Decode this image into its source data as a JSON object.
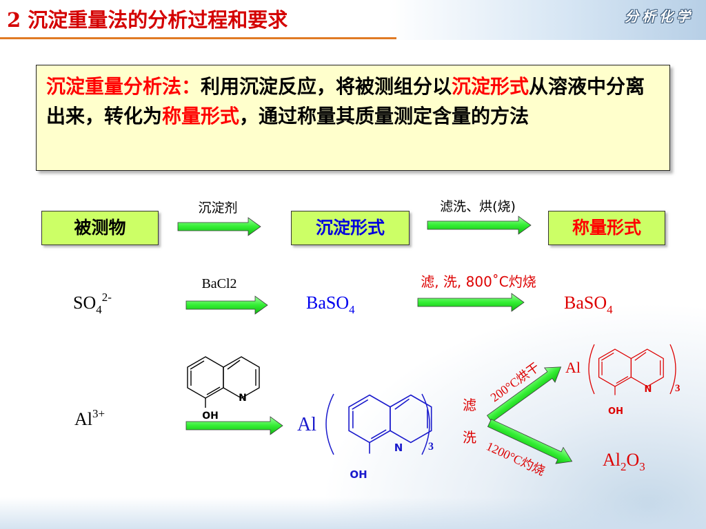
{
  "header": {
    "title": "2 沉淀重量法的分析过程和要求",
    "logo": "分析化学"
  },
  "definition": {
    "term": "沉淀重量分析法：",
    "text_1": "利用沉淀反应，将被测组分以",
    "highlight_1": "沉淀形式",
    "text_2": "从溶液中分离出来，转化为",
    "highlight_2": "称量形式",
    "text_3": "，通过称量其质量测定含量的方法"
  },
  "flow": {
    "step_1": "被测物",
    "step_2": "沉淀形式",
    "step_3": "称量形式",
    "arrow_1_label": "沉淀剂",
    "arrow_2_label": "滤洗、烘(烧)"
  },
  "example_1": {
    "analyte": "SO",
    "analyte_sub": "4",
    "analyte_sup": "2-",
    "reagent": "BaCl2",
    "precipitate": "BaSO",
    "precipitate_sub": "4",
    "condition": "滤, 洗, 800˚C灼烧",
    "weighing_form": "BaSO",
    "weighing_form_sub": "4"
  },
  "example_2": {
    "analyte": "Al",
    "analyte_sup": "3+",
    "reagent_N": "N",
    "reagent_OH": "OH",
    "complex_metal": "Al",
    "complex_N": "N",
    "complex_OH": "OH",
    "complex_count": "3",
    "filter_char_1": "滤",
    "filter_char_2": "洗",
    "branch_1_condition": "200°C烘干",
    "branch_1_metal": "Al",
    "branch_1_N": "N",
    "branch_1_OH": "OH",
    "branch_1_count": "3",
    "branch_2_condition": "1200°C灼烧",
    "branch_2_product_a": "Al",
    "branch_2_product_a_sub": "2",
    "branch_2_product_b": "O",
    "branch_2_product_b_sub": "3"
  },
  "colors": {
    "title_red": "#d40000",
    "highlight_red": "#ff0000",
    "box_yellow": "#ffffcc",
    "box_green": "#ccff66",
    "arrow_green": "#33ee33",
    "precipitate_blue": "#0000ee",
    "structure_blue": "#1a1acc",
    "structure_red": "#dd0000",
    "accent_orange": "#e07a24"
  }
}
